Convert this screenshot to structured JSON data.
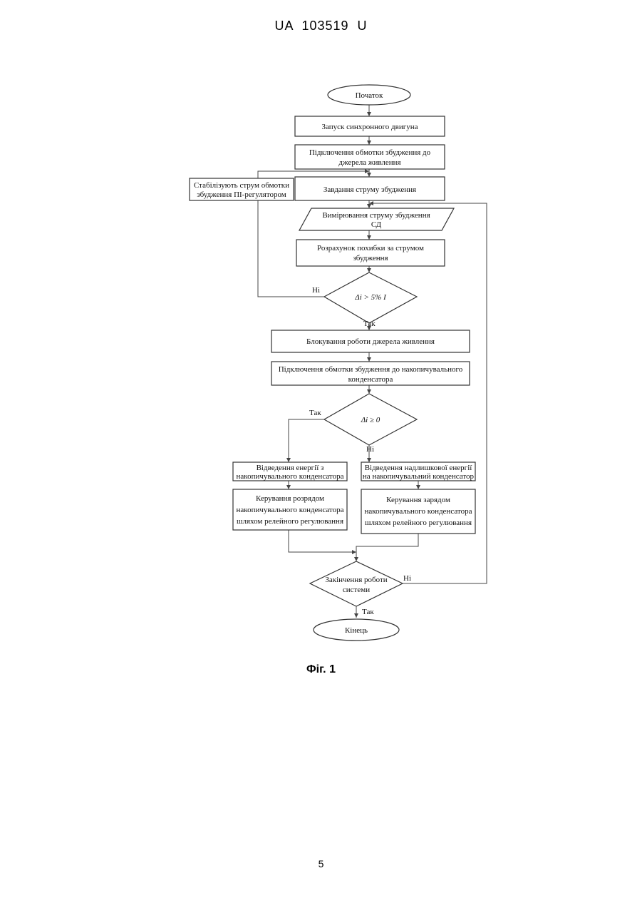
{
  "header": {
    "doc_id": "UA   103519   U"
  },
  "flowchart": {
    "start": "Початок",
    "step1": "Запуск синхронного двигуна",
    "step2": [
      "Підключення обмотки збудження до",
      "джерела живлення"
    ],
    "step3": "Завдання струму збудження",
    "side_pi": [
      "Стабілізують струм обмотки",
      "збудження ПІ-регулятором"
    ],
    "step4": [
      "Вимірювання струму збудження",
      "СД"
    ],
    "step5": [
      "Розрахунок похибки за струмом",
      "збудження"
    ],
    "decision1": "Δi > 5% I",
    "step6": "Блокування роботи джерела живлення",
    "step7": [
      "Підключення обмотки збудження до накопичувального",
      "конденсатора"
    ],
    "decision2": "Δi ≥ 0",
    "left1": [
      "Відведення енергії з",
      "накопичувального конденсатора"
    ],
    "left2": [
      "Керування розрядом",
      "накопичувального конденсатора",
      "шляхом релейного регулювання"
    ],
    "right1": [
      "Відведення надлишкової енергії",
      "на накопичувальний конденсатор"
    ],
    "right2": [
      "Керування зарядом",
      "накопичувального конденсатора",
      "шляхом релейного регулювання"
    ],
    "decision3": [
      "Закінчення роботи",
      "системи"
    ],
    "end": "Кінець",
    "label_no": "Ні",
    "label_yes": "Так"
  },
  "caption": "Фіг. 1",
  "page_number": "5"
}
